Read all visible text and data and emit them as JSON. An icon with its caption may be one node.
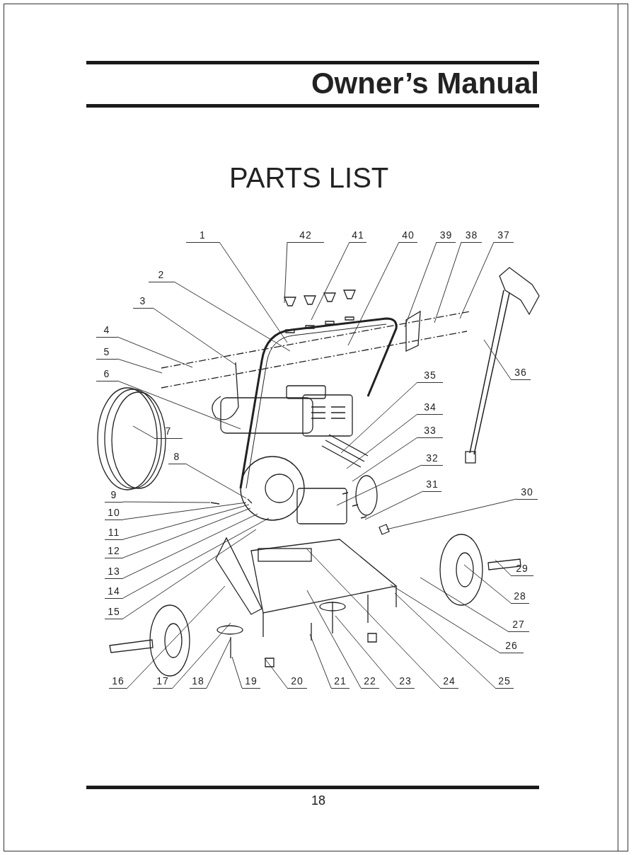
{
  "diagram": {
    "title": "PARTS LIST",
    "nodes": [
      {
        "text": [
          "1"
        ]
      },
      {
        "text": [
          "2"
        ]
      },
      {
        "text": [
          "3"
        ]
      },
      {
        "text": [
          "4"
        ]
      },
      {
        "text": [
          "5"
        ]
      },
      {
        "text": [
          "6"
        ]
      },
      {
        "text": [
          "7"
        ]
      },
      {
        "text": [
          "8"
        ]
      },
      {
        "text": [
          "9"
        ]
      },
      {
        "text": [
          "10"
        ]
      },
      {
        "text": [
          "11"
        ]
      },
      {
        "text": [
          "12"
        ]
      },
      {
        "text": [
          "13"
        ]
      },
      {
        "text": [
          "14"
        ]
      },
      {
        "text": [
          "15"
        ]
      },
      {
        "text": [
          "16"
        ]
      },
      {
        "text": [
          "17"
        ]
      },
      {
        "text": [
          "18"
        ]
      },
      {
        "text": [
          "19"
        ]
      },
      {
        "text": [
          "20"
        ]
      },
      {
        "text": [
          "21"
        ]
      },
      {
        "text": [
          "22"
        ]
      },
      {
        "text": [
          "23"
        ]
      },
      {
        "text": [
          "24"
        ]
      },
      {
        "text": [
          "25"
        ]
      },
      {
        "text": [
          "26"
        ]
      },
      {
        "text": [
          "27"
        ]
      },
      {
        "text": [
          "28"
        ]
      },
      {
        "text": [
          "29"
        ]
      },
      {
        "text": [
          "30"
        ]
      },
      {
        "text": [
          "31"
        ]
      },
      {
        "text": [
          "32"
        ]
      },
      {
        "text": [
          "33"
        ]
      },
      {
        "text": [
          "34"
        ]
      },
      {
        "text": [
          "35"
        ]
      },
      {
        "text": [
          "36"
        ]
      },
      {
        "text": [
          "37"
        ]
      },
      {
        "text": [
          "38"
        ]
      },
      {
        "text": [
          "39"
        ]
      },
      {
        "text": [
          "40"
        ]
      },
      {
        "text": [
          "41"
        ]
      },
      {
        "text": [
          "42"
        ]
      }
    ],
    "edges": [
      {
        "from": 0,
        "to": null,
        "arrow": "none"
      },
      {
        "from": 1,
        "to": null,
        "arrow": "none"
      },
      {
        "from": 2,
        "to": null,
        "arrow": "none"
      },
      {
        "from": 3,
        "to": null,
        "arrow": "none"
      },
      {
        "from": 4,
        "to": null,
        "arrow": "none"
      },
      {
        "from": 5,
        "to": null,
        "arrow": "none"
      },
      {
        "from": 6,
        "to": null,
        "arrow": "none"
      },
      {
        "from": 7,
        "to": null,
        "arrow": "none"
      },
      {
        "from": 8,
        "to": null,
        "arrow": "none"
      },
      {
        "from": 9,
        "to": null,
        "arrow": "none"
      },
      {
        "from": 10,
        "to": null,
        "arrow": "none"
      },
      {
        "from": 11,
        "to": null,
        "arrow": "none"
      },
      {
        "from": 12,
        "to": null,
        "arrow": "none"
      },
      {
        "from": 13,
        "to": null,
        "arrow": "none"
      },
      {
        "from": 14,
        "to": null,
        "arrow": "none"
      },
      {
        "from": 15,
        "to": null,
        "arrow": "none"
      },
      {
        "from": 16,
        "to": null,
        "arrow": "none"
      },
      {
        "from": 17,
        "to": null,
        "arrow": "none"
      },
      {
        "from": 18,
        "to": null,
        "arrow": "none"
      },
      {
        "from": 19,
        "to": null,
        "arrow": "none"
      },
      {
        "from": 20,
        "to": null,
        "arrow": "none"
      },
      {
        "from": 21,
        "to": null,
        "arrow": "none"
      },
      {
        "from": 22,
        "to": null,
        "arrow": "none"
      },
      {
        "from": 23,
        "to": null,
        "arrow": "none"
      },
      {
        "from": 24,
        "to": null,
        "arrow": "none"
      },
      {
        "from": 25,
        "to": null,
        "arrow": "none"
      },
      {
        "from": 26,
        "to": null,
        "arrow": "none"
      },
      {
        "from": 27,
        "to": null,
        "arrow": "none"
      },
      {
        "from": 28,
        "to": null,
        "arrow": "none"
      },
      {
        "from": 29,
        "to": null,
        "arrow": "none"
      },
      {
        "from": 30,
        "to": null,
        "arrow": "none"
      },
      {
        "from": 31,
        "to": null,
        "arrow": "none"
      },
      {
        "from": 32,
        "to": null,
        "arrow": "none"
      },
      {
        "from": 33,
        "to": null,
        "arrow": "none"
      },
      {
        "from": 34,
        "to": null,
        "arrow": "none"
      },
      {
        "from": 35,
        "to": null,
        "arrow": "none"
      },
      {
        "from": 36,
        "to": null,
        "arrow": "none"
      },
      {
        "from": 37,
        "to": null,
        "arrow": "none"
      },
      {
        "from": 38,
        "to": null,
        "arrow": "none"
      },
      {
        "from": 39,
        "to": null,
        "arrow": "none"
      },
      {
        "from": 40,
        "to": null,
        "arrow": "none"
      },
      {
        "from": 41,
        "to": null,
        "arrow": "none"
      }
    ],
    "labels": [
      "Owner’s Manual",
      "18"
    ]
  }
}
